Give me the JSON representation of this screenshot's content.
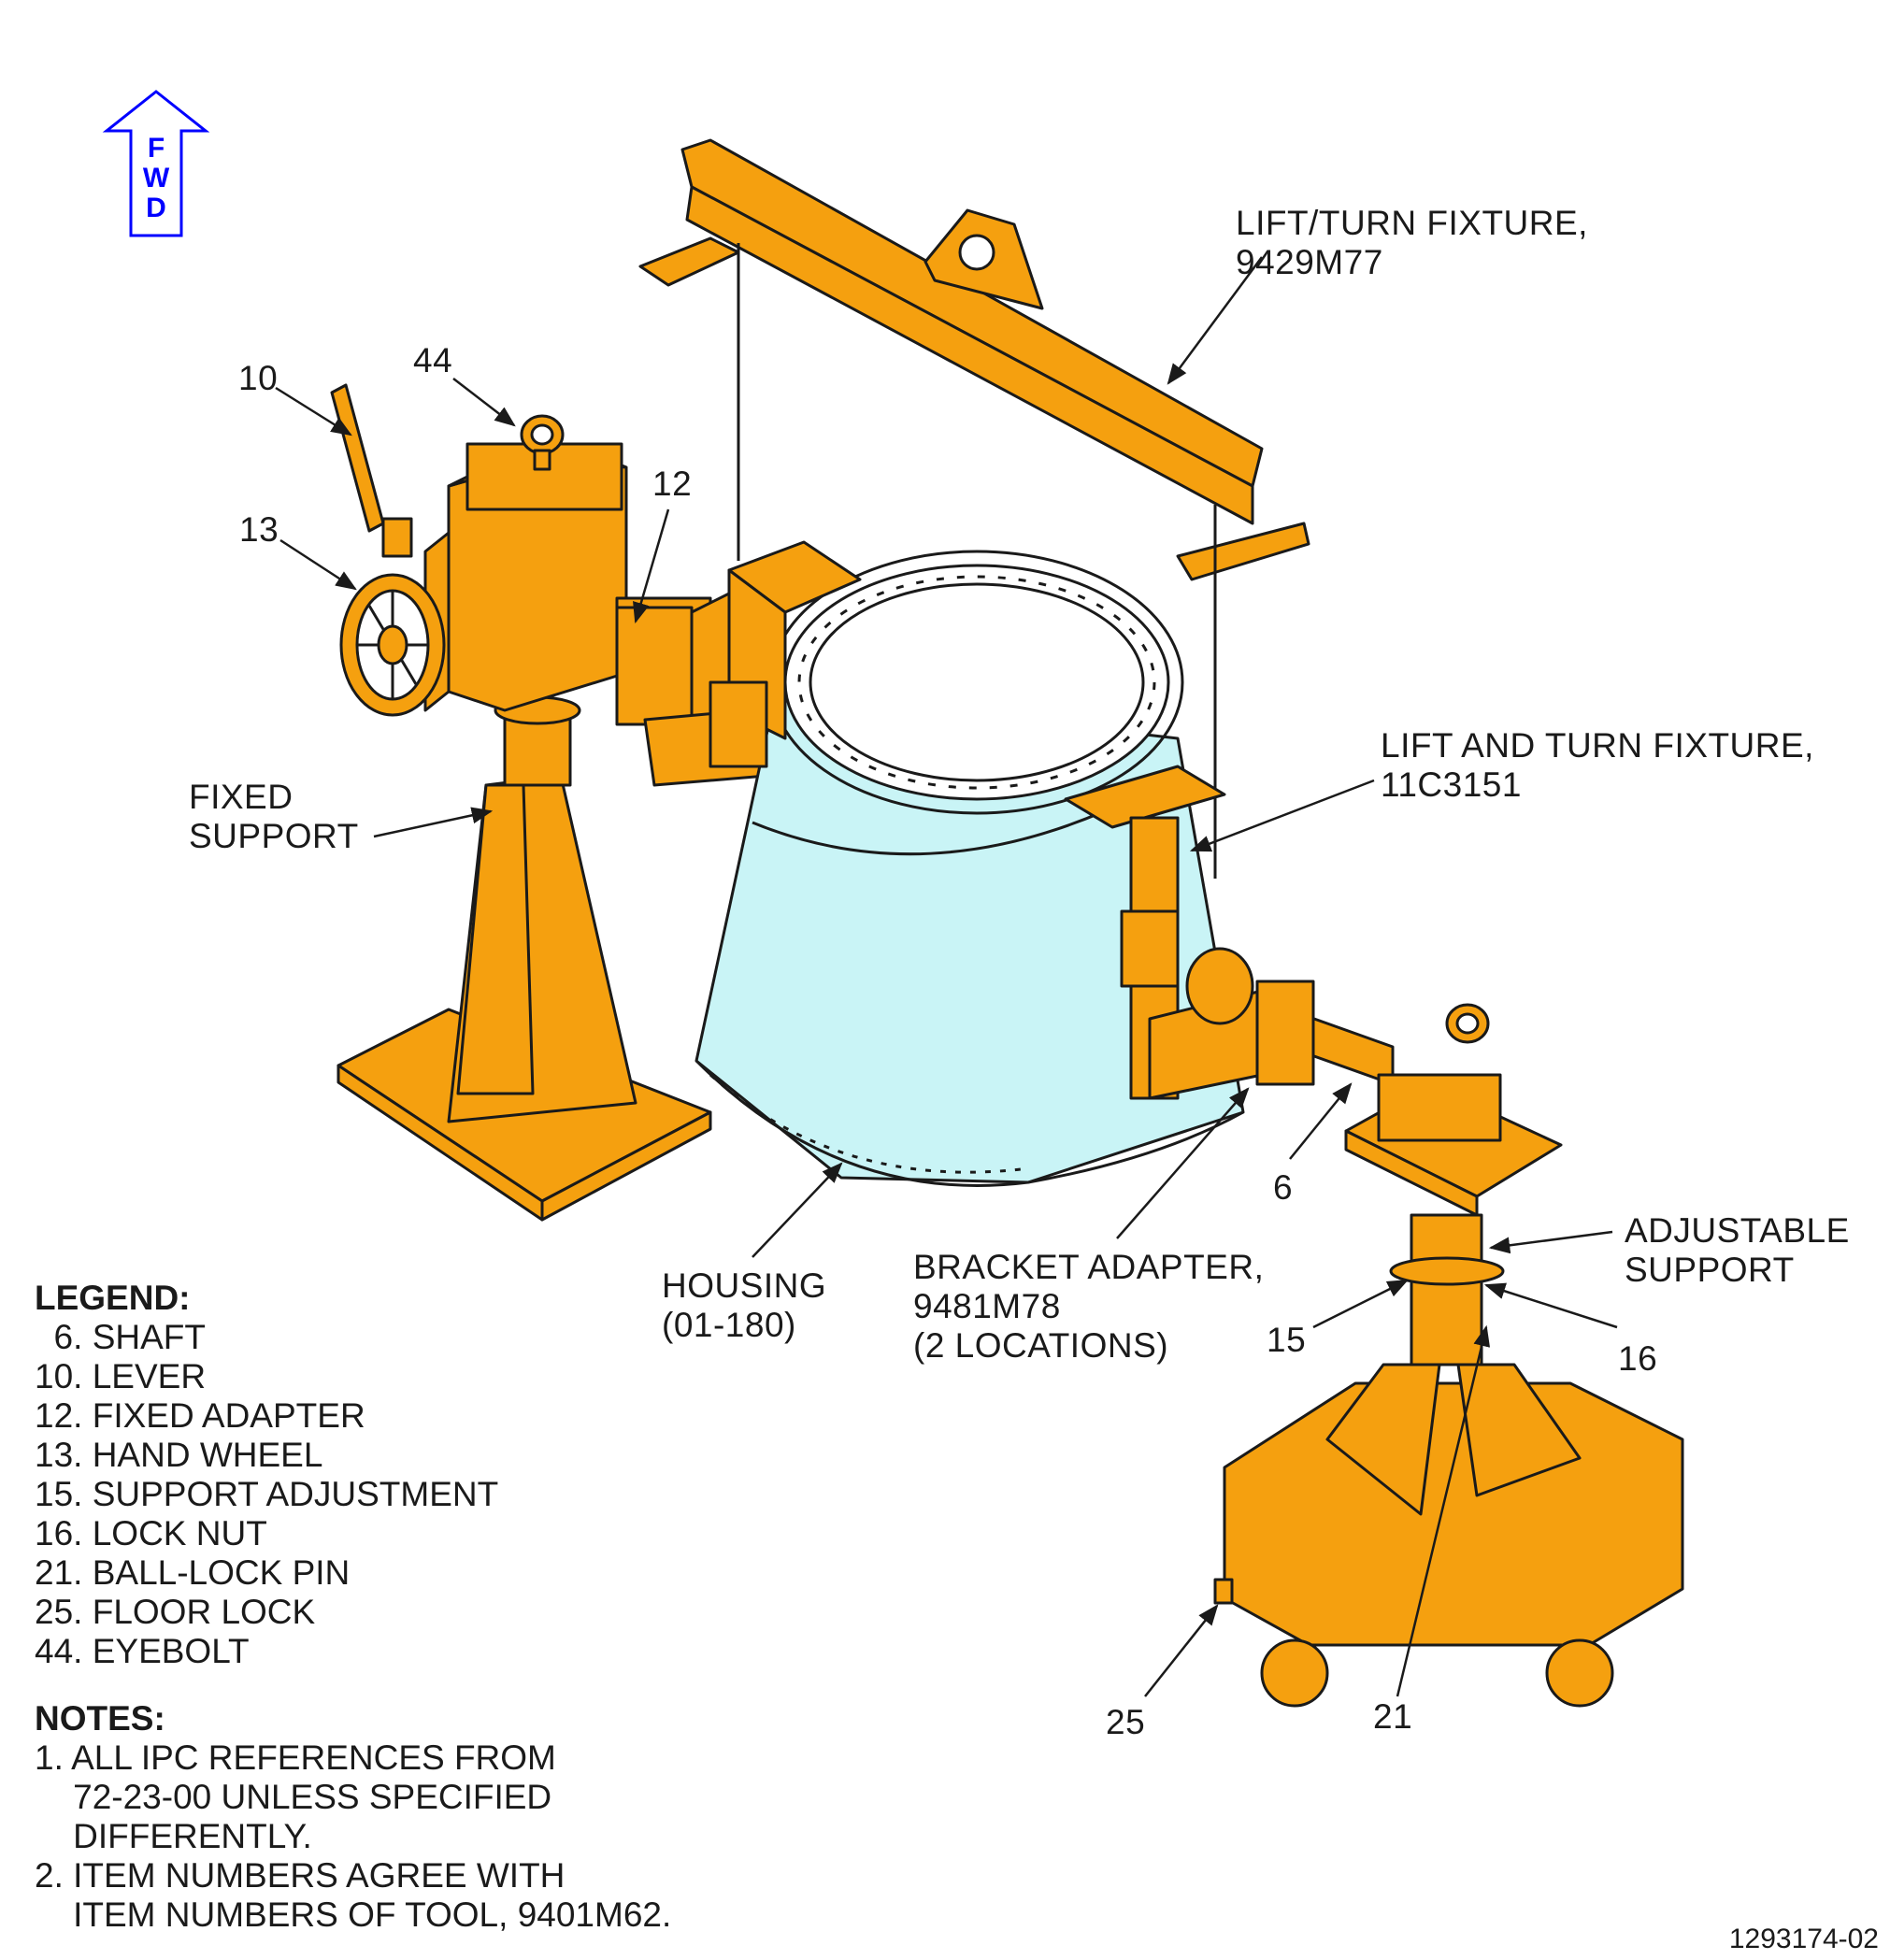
{
  "orientation": {
    "letters": [
      "F",
      "W",
      "D"
    ],
    "color": "#0000ff"
  },
  "labels": {
    "lift_turn_fixture": "LIFT/TURN FIXTURE,\n9429M77",
    "lift_and_turn_fixture": "LIFT AND TURN FIXTURE,\n11C3151",
    "fixed_support": "FIXED\nSUPPORT",
    "housing": "HOUSING\n(01-180)",
    "bracket_adapter": "BRACKET ADAPTER,\n9481M78\n(2 LOCATIONS)",
    "adjustable_support": "ADJUSTABLE\nSUPPORT",
    "item_10": "10",
    "item_44": "44",
    "item_12": "12",
    "item_13": "13",
    "item_6": "6",
    "item_15": "15",
    "item_16": "16",
    "item_25": "25",
    "item_21": "21"
  },
  "legend": {
    "title": "LEGEND:",
    "items": [
      "  6. SHAFT",
      "10. LEVER",
      "12. FIXED ADAPTER",
      "13. HAND WHEEL",
      "15. SUPPORT ADJUSTMENT",
      "16. LOCK NUT",
      "21. BALL-LOCK PIN",
      "25. FLOOR LOCK",
      "44. EYEBOLT"
    ]
  },
  "notes": {
    "title": "NOTES:",
    "items": [
      "1. ALL IPC REFERENCES FROM",
      "    72-23-00 UNLESS SPECIFIED",
      "    DIFFERENTLY.",
      "2. ITEM NUMBERS AGREE WITH",
      "    ITEM NUMBERS OF TOOL, 9401M62."
    ]
  },
  "figure_number": "1293174-02",
  "colors": {
    "tooling": "#f5a00f",
    "housing": "#c9f4f6",
    "outline": "#1a1a1a"
  }
}
